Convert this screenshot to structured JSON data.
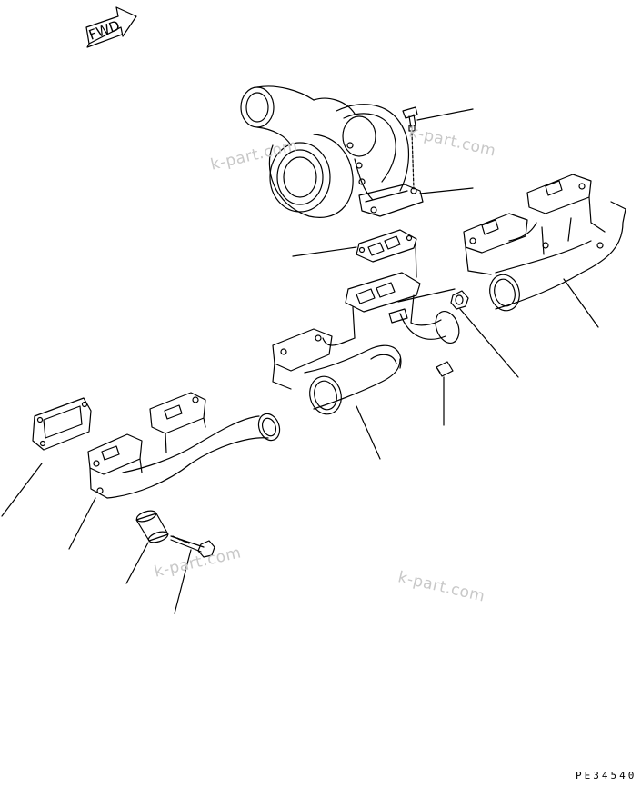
{
  "fwd_label": "FWD",
  "drawing_code": "PE34540",
  "watermarks": [
    "k-part.com",
    "k-part.com",
    "k-part.com",
    "k-part.com"
  ],
  "colors": {
    "line": "#000000",
    "watermark": "#c8c8c8",
    "background": "#ffffff"
  }
}
